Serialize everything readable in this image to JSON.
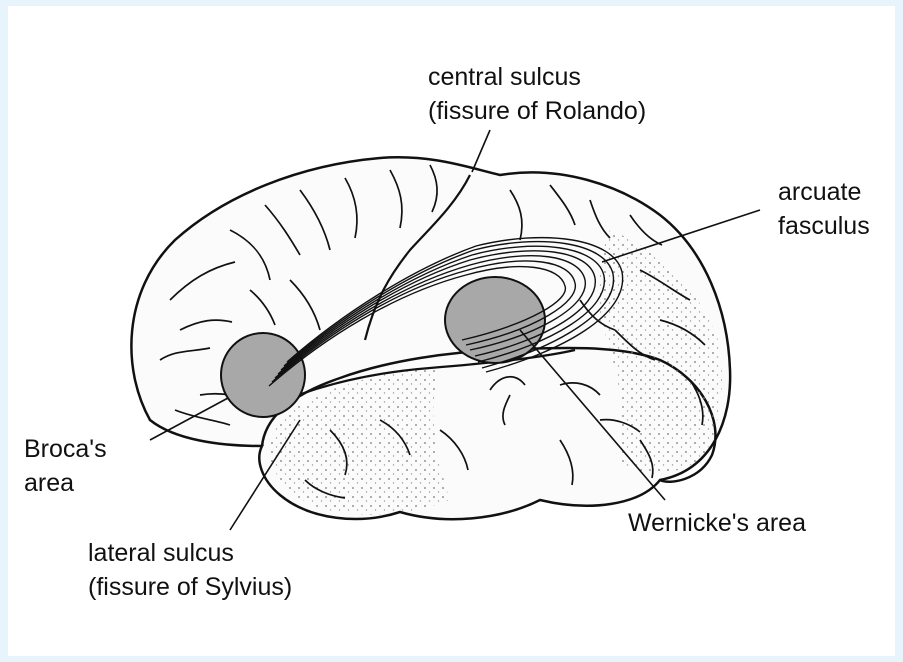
{
  "labels": {
    "central_sulcus": [
      "central sulcus",
      "(fissure of Rolando)"
    ],
    "arcuate_fasciculus": [
      "arcuate",
      "fasculus"
    ],
    "brocas_area": [
      "Broca's",
      "area"
    ],
    "lateral_sulcus": [
      "lateral sulcus",
      "(fissure of Sylvius)"
    ],
    "wernickes_area": "Wernicke's area"
  },
  "colors": {
    "page_border": "#e8f4fb",
    "background": "#ffffff",
    "ink": "#111111",
    "area_fill": "#a8a8a8"
  }
}
